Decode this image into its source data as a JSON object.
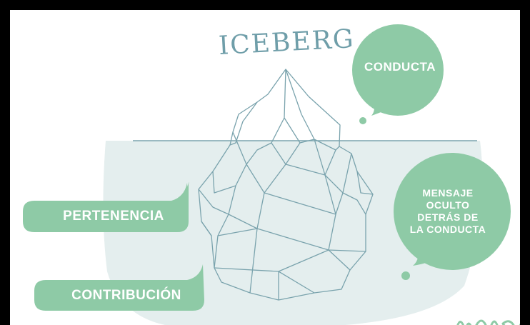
{
  "title": "ICEBERG",
  "labels": {
    "conducta": "CONDUCTA",
    "mensaje_lines": [
      "MENSAJE",
      "OCULTO",
      "DETRÁS DE",
      "LA CONDUCTA"
    ],
    "pertenencia": "PERTENENCIA",
    "contribucion": "CONTRIBUCIÓN"
  },
  "colors": {
    "accent_green": "#8ecaa6",
    "water": "#e4eeee",
    "outline": "#7aa3ad",
    "title": "#6f9ea9",
    "frame": "#000000"
  }
}
